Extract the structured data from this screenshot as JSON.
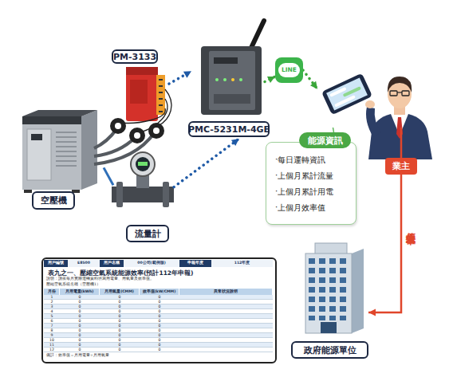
{
  "diagram": {
    "nodes": [
      {
        "text": [
          "PM-3133"
        ]
      },
      {
        "text": [
          "PMC-5231M-4GE"
        ]
      },
      {
        "text": [
          "LINE"
        ]
      },
      {
        "text": [
          "業主"
        ]
      },
      {
        "text": [
          "空壓機"
        ]
      },
      {
        "text": [
          "流量計"
        ]
      },
      {
        "text": [
          "能源資訊",
          "‧每日運轉資訊",
          "‧上個月累計流量",
          "‧上個月累計用電",
          "‧上個月效率值"
        ]
      },
      {
        "text": [
          "表九之一、壓縮空氣系統能源效率(預計112年申報)"
        ]
      },
      {
        "text": [
          "政府能源單位"
        ]
      }
    ],
    "edges": [
      {
        "from": 0,
        "to": 1,
        "arrow": "to"
      },
      {
        "from": 5,
        "to": 1,
        "arrow": "to"
      },
      {
        "from": 1,
        "to": 2,
        "arrow": "to"
      },
      {
        "from": 2,
        "to": 3,
        "arrow": "to"
      },
      {
        "from": 4,
        "to": 5,
        "arrow": "none"
      },
      {
        "from": 3,
        "to": 6,
        "arrow": "none"
      },
      {
        "from": 3,
        "to": 8,
        "label": "上傳效率值",
        "arrow": "to"
      }
    ],
    "labels": [
      "用戶編號",
      "E8500",
      "用戶名稱",
      "00公司(範例版)",
      "申報年度",
      "112年度",
      "說明：請依每月實際運轉資料填寫用電量、用氣量及效率值。",
      "壓縮空氣系統名稱（空壓機1）",
      "月份",
      "月用電量(kWh)",
      "月用氣量(CMM)",
      "效率值(kW/CMM)",
      "異常狀況說明",
      "1",
      "0",
      "0",
      "0",
      "2",
      "0",
      "0",
      "0",
      "3",
      "0",
      "0",
      "0",
      "4",
      "0",
      "0",
      "0",
      "5",
      "0",
      "0",
      "0",
      "6",
      "0",
      "0",
      "0",
      "7",
      "0",
      "0",
      "0",
      "8",
      "0",
      "0",
      "0",
      "9",
      "0",
      "0",
      "0",
      "10",
      "0",
      "0",
      "0",
      "11",
      "0",
      "0",
      "0",
      "12",
      "0",
      "0",
      "0",
      "備註：效率值＝月用電量÷月用氣量"
    ]
  }
}
